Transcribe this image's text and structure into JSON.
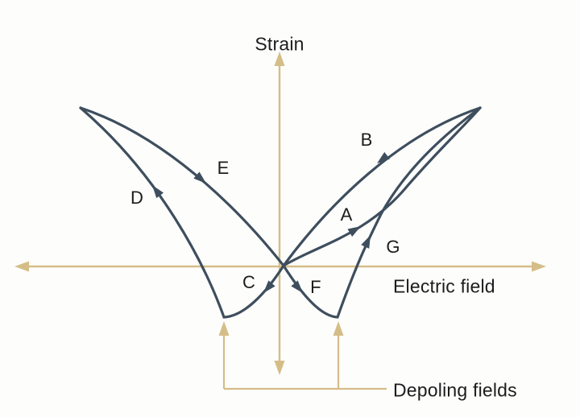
{
  "diagram": {
    "y_axis_label": "Strain",
    "x_axis_label": "Electric field",
    "depoling_label": "Depoling fields",
    "segments": {
      "A": "A",
      "B": "B",
      "C": "C",
      "D": "D",
      "E": "E",
      "F": "F",
      "G": "G"
    }
  },
  "colors": {
    "axis": "#d5bd87",
    "curve": "#3e4e5d",
    "text": "#1c1c1c",
    "background": "#fdfdfc"
  }
}
